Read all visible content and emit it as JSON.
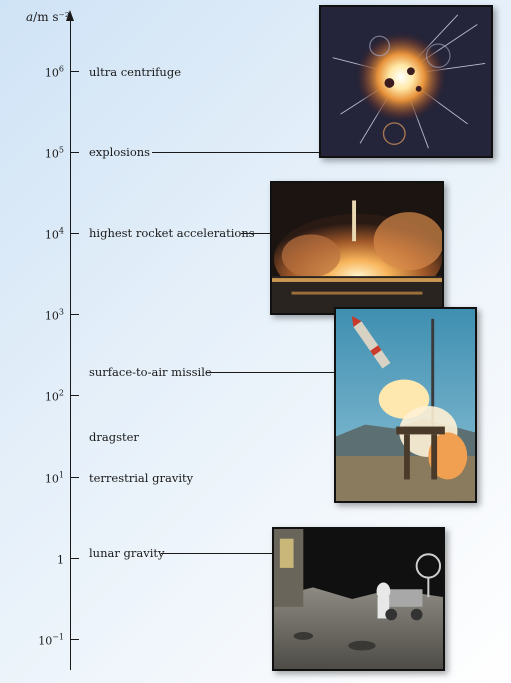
{
  "axis": {
    "symbol": "a",
    "unit": "/m s⁻²",
    "scale": "log"
  },
  "ticks": [
    {
      "base": "10",
      "exp": "6"
    },
    {
      "base": "10",
      "exp": "5"
    },
    {
      "base": "10",
      "exp": "4"
    },
    {
      "base": "10",
      "exp": "3"
    },
    {
      "base": "10",
      "exp": "2"
    },
    {
      "base": "10",
      "exp": "1"
    },
    {
      "base": "1",
      "exp": ""
    },
    {
      "base": "10",
      "exp": "−1"
    }
  ],
  "items": [
    {
      "label": "ultra centrifuge"
    },
    {
      "label": "explosions"
    },
    {
      "label": "highest rocket accelerations"
    },
    {
      "label": "surface-to-air missile"
    },
    {
      "label": "dragster"
    },
    {
      "label": "terrestrial gravity"
    },
    {
      "label": "lunar gravity"
    }
  ],
  "photos": [
    {
      "subject": "explosion-photo"
    },
    {
      "subject": "rocket-launch-photo"
    },
    {
      "subject": "missile-launch-photo"
    },
    {
      "subject": "lunar-surface-photo"
    }
  ]
}
